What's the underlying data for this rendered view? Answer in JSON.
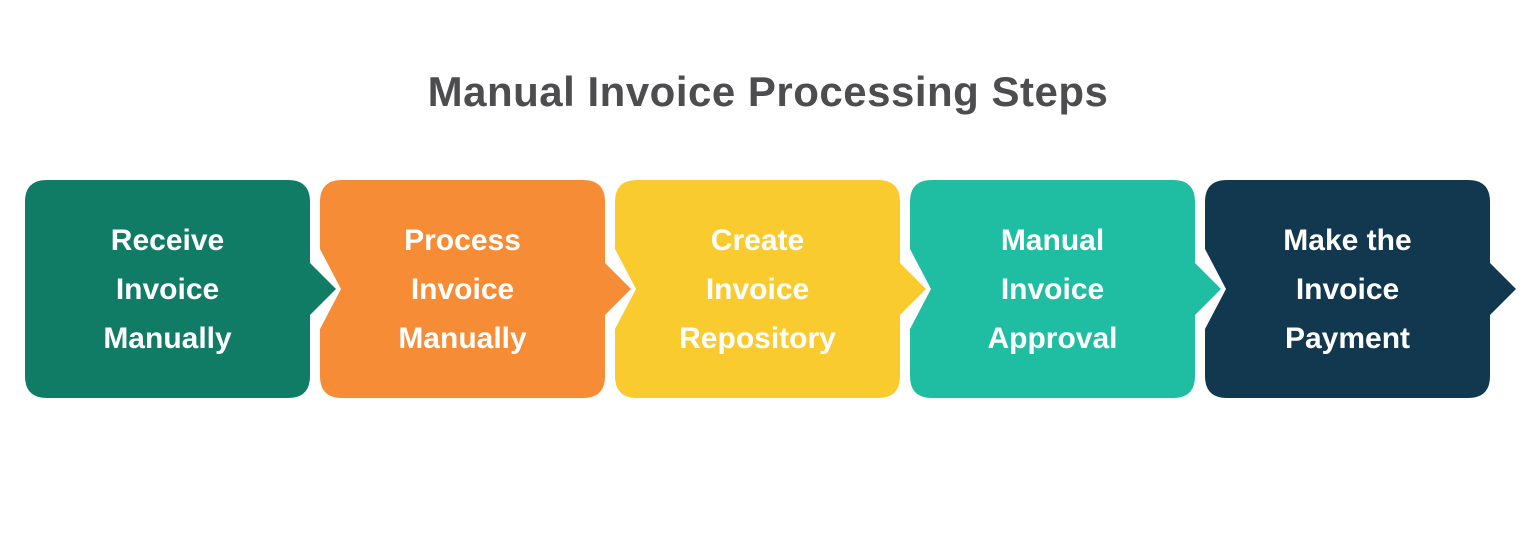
{
  "title": "Manual Invoice Processing Steps",
  "title_color": "#4d4d4f",
  "background_color": "#ffffff",
  "step_text_color": "#ffffff",
  "steps": [
    {
      "label": "Receive Invoice Manually",
      "color": "#107c66"
    },
    {
      "label": "Process Invoice Manually",
      "color": "#f68c35"
    },
    {
      "label": "Create Invoice Repository",
      "color": "#facb2e"
    },
    {
      "label": "Manual Invoice Approval",
      "color": "#1fbea2"
    },
    {
      "label": "Make the Invoice Payment",
      "color": "#11384e"
    }
  ]
}
